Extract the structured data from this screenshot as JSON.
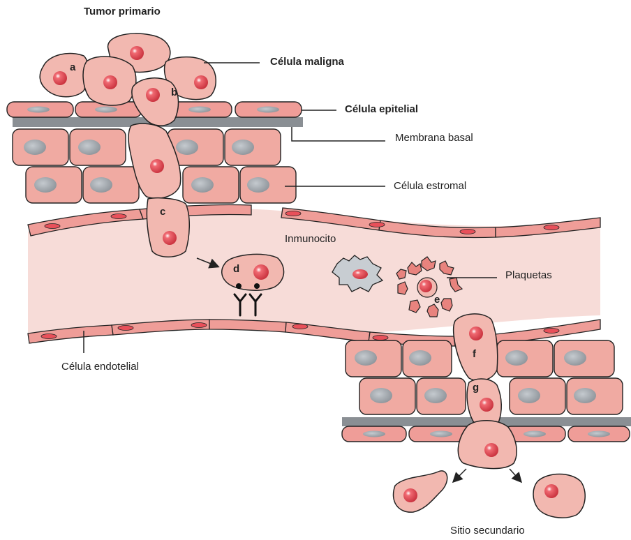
{
  "labels": {
    "tumor_primario": "Tumor primario",
    "celula_maligna": "Célula maligna",
    "celula_epitelial": "Célula epitelial",
    "membrana_basal": "Membrana basal",
    "celula_estromal": "Célula estromal",
    "inmunocito": "Inmunocito",
    "plaquetas": "Plaquetas",
    "celula_endotelial": "Célula endotelial",
    "sitio_secundario": "Sitio secundario"
  },
  "steps": [
    "a",
    "b",
    "c",
    "d",
    "e",
    "f",
    "g"
  ],
  "colors": {
    "cell_fill": "#f2b8b0",
    "cell_stroke": "#222222",
    "nucleus": "#e8505a",
    "stromal_nucleus": "#9aa0a6",
    "vessel": "#f7dcd8",
    "endothelium": "#ef9d98",
    "basal_membrane": "#8a8f94",
    "immunocyte": "#c8cdd2"
  }
}
